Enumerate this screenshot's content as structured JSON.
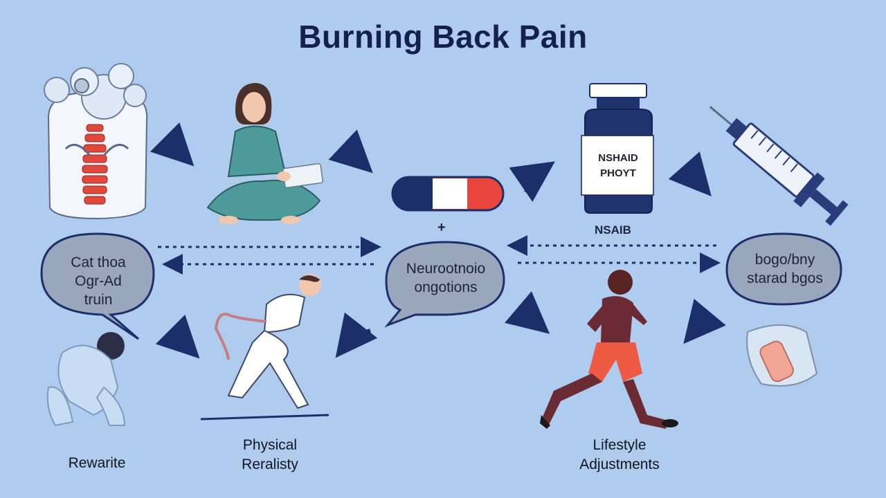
{
  "title": "Burning Back Pain",
  "bubbles": {
    "left": [
      "Cat thoa",
      "Ogr-Ad",
      "truin"
    ],
    "center": [
      "Neurootnoio",
      "ongotions"
    ],
    "right": [
      "bogo/bny",
      "starad bgos"
    ]
  },
  "bottle_label": [
    "NSHAID",
    "PHOYT"
  ],
  "nsaib_label": "NSAIB",
  "plus_sign": "+",
  "labels": {
    "rewarite": "Rewarite",
    "physical": [
      "Physical",
      "Reralisty"
    ],
    "lifestyle": [
      "Lifestyle",
      "Adjustments"
    ]
  },
  "colors": {
    "background": "#afcbee",
    "navy": "#1d2f6b",
    "bubble": "#9aa6bb",
    "teal": "#3f8f8e",
    "red": "#e8453c"
  }
}
